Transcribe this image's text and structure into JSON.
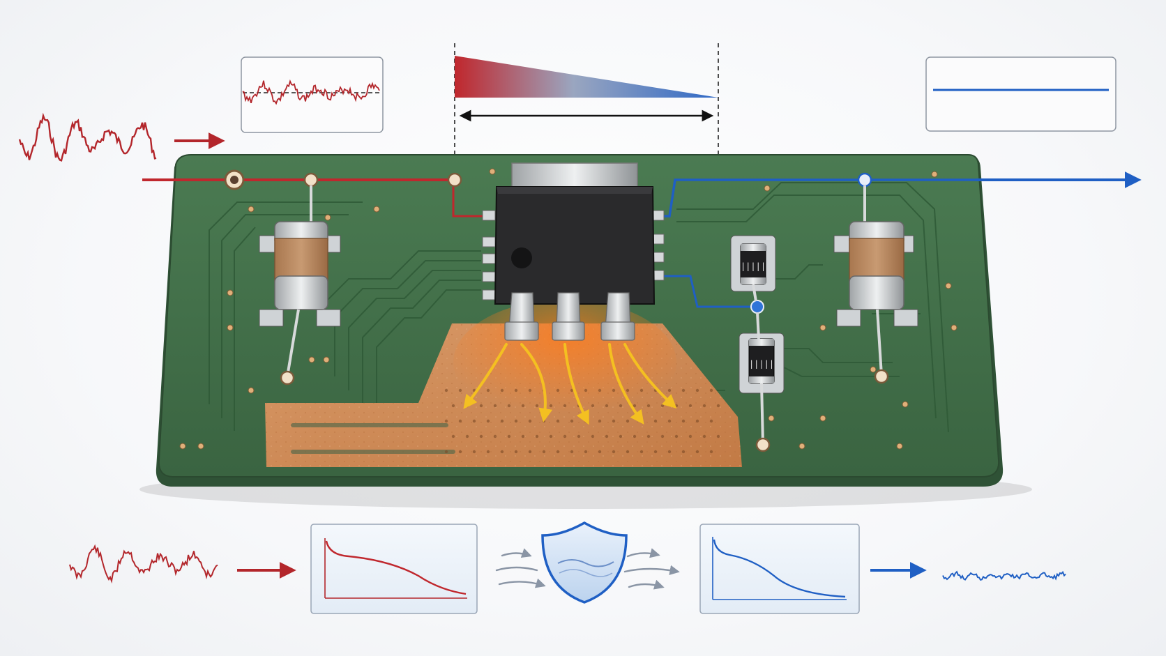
{
  "diagram": {
    "description_visible_text": "",
    "colors": {
      "input_noise": "#b3262b",
      "output_clean": "#1f5fc4",
      "pcb_green": "#3d6b45",
      "copper": "#d08a55",
      "heat_arrow": "#f2b31c",
      "chip_body": "#2a2a2c",
      "panel_border": "#9aa6b6"
    },
    "icons": [
      "noisy-input-waveform",
      "clean-output-line",
      "thermal-gradient-bar",
      "voltage-regulator-chip",
      "ceramic-capacitor",
      "smd-resistor",
      "copper-heat-spreader",
      "shield-icon",
      "filter-response-curve"
    ]
  }
}
